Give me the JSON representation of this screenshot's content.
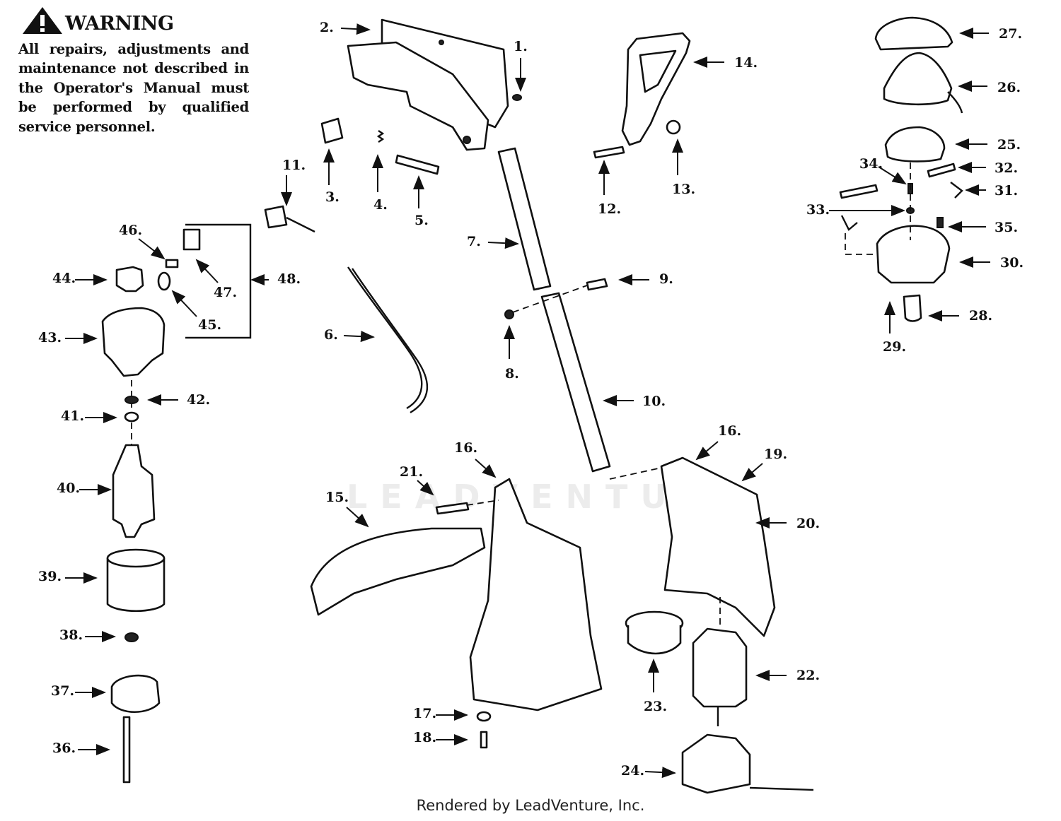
{
  "warning": {
    "title": "WARNING",
    "icon": "warning-triangle-icon",
    "text": "All repairs, adjustments and maintenance not described in the Operator's Manual must be performed by qualified service personnel."
  },
  "footer": {
    "text": "Rendered by LeadVenture, Inc."
  },
  "watermark": {
    "text": "LEADVENTURE"
  },
  "callouts": [
    {
      "id": "1",
      "label": "1."
    },
    {
      "id": "2",
      "label": "2."
    },
    {
      "id": "3",
      "label": "3."
    },
    {
      "id": "4",
      "label": "4."
    },
    {
      "id": "5",
      "label": "5."
    },
    {
      "id": "6",
      "label": "6."
    },
    {
      "id": "7",
      "label": "7."
    },
    {
      "id": "8",
      "label": "8."
    },
    {
      "id": "9",
      "label": "9."
    },
    {
      "id": "10",
      "label": "10."
    },
    {
      "id": "11",
      "label": "11."
    },
    {
      "id": "12",
      "label": "12."
    },
    {
      "id": "13",
      "label": "13."
    },
    {
      "id": "14",
      "label": "14."
    },
    {
      "id": "15",
      "label": "15."
    },
    {
      "id": "16a",
      "label": "16."
    },
    {
      "id": "16b",
      "label": "16."
    },
    {
      "id": "17",
      "label": "17."
    },
    {
      "id": "18",
      "label": "18."
    },
    {
      "id": "19",
      "label": "19."
    },
    {
      "id": "20",
      "label": "20."
    },
    {
      "id": "21",
      "label": "21."
    },
    {
      "id": "22",
      "label": "22."
    },
    {
      "id": "23",
      "label": "23."
    },
    {
      "id": "24",
      "label": "24."
    },
    {
      "id": "25",
      "label": "25."
    },
    {
      "id": "26",
      "label": "26."
    },
    {
      "id": "27",
      "label": "27."
    },
    {
      "id": "28",
      "label": "28."
    },
    {
      "id": "29",
      "label": "29."
    },
    {
      "id": "30",
      "label": "30."
    },
    {
      "id": "31",
      "label": "31."
    },
    {
      "id": "32",
      "label": "32."
    },
    {
      "id": "33",
      "label": "33."
    },
    {
      "id": "34",
      "label": "34."
    },
    {
      "id": "35",
      "label": "35."
    },
    {
      "id": "36",
      "label": "36."
    },
    {
      "id": "37",
      "label": "37."
    },
    {
      "id": "38",
      "label": "38."
    },
    {
      "id": "39",
      "label": "39."
    },
    {
      "id": "40",
      "label": "40."
    },
    {
      "id": "41",
      "label": "41."
    },
    {
      "id": "42",
      "label": "42."
    },
    {
      "id": "43",
      "label": "43."
    },
    {
      "id": "44",
      "label": "44."
    },
    {
      "id": "45",
      "label": "45."
    },
    {
      "id": "46",
      "label": "46."
    },
    {
      "id": "47",
      "label": "47."
    },
    {
      "id": "48",
      "label": "48."
    }
  ]
}
